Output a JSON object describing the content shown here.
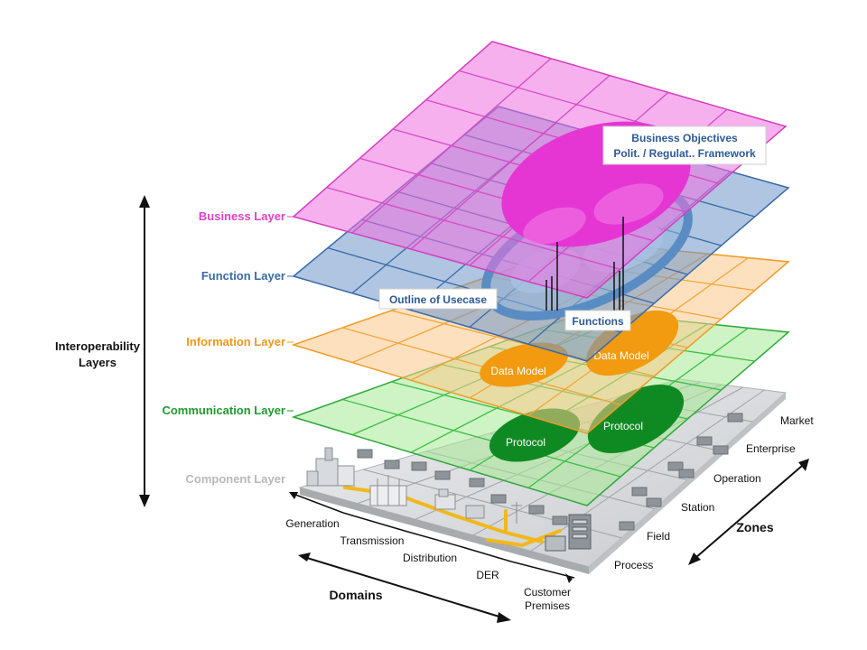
{
  "diagram": {
    "layers": [
      {
        "key": "business",
        "label": "Business Layer",
        "color": "#e040c8",
        "fill": "#f070e0",
        "grid": "#d030b8"
      },
      {
        "key": "function",
        "label": "Function Layer",
        "color": "#3a6aa8",
        "fill": "#6e95c8",
        "grid": "#3a6aa8"
      },
      {
        "key": "information",
        "label": "Information Layer",
        "color": "#f0981c",
        "fill": "#fbc98a",
        "grid": "#f0a030"
      },
      {
        "key": "communication",
        "label": "Communication Layer",
        "color": "#1e9a2e",
        "fill": "#9be08a",
        "grid": "#38b840"
      },
      {
        "key": "component",
        "label": "Component Layer",
        "color": "#b8b8b8",
        "fill": "#d9dadc",
        "grid": "#a0a4a8"
      }
    ],
    "interoperability_label_line1": "Interoperability",
    "interoperability_label_line2": "Layers",
    "callouts": {
      "business_objectives_line1": "Business Objectives",
      "business_objectives_line2": "Polit. / Regulat.. Framework",
      "outline_of_usecase": "Outline of Usecase",
      "functions": "Functions",
      "data_model_left": "Data Model",
      "data_model_right": "Data Model",
      "protocol_left": "Protocol",
      "protocol_right": "Protocol"
    },
    "domains": {
      "title": "Domains",
      "items": [
        "Generation",
        "Transmission",
        "Distribution",
        "DER",
        "Customer",
        "Premises"
      ]
    },
    "zones": {
      "title": "Zones",
      "items": [
        "Process",
        "Field",
        "Station",
        "Operation",
        "Enterprise",
        "Market"
      ]
    }
  }
}
